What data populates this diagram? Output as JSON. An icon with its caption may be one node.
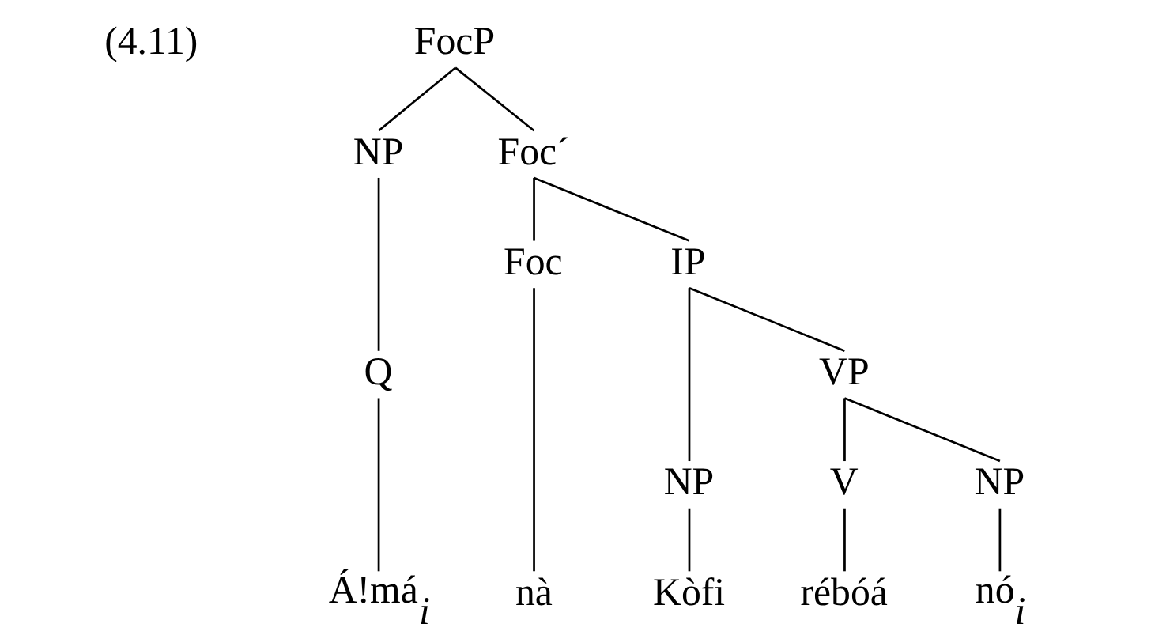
{
  "diagram": {
    "nodes": [
      {
        "text": [
          "FocP"
        ]
      },
      {
        "text": [
          "NP"
        ]
      },
      {
        "text": [
          "Foc´"
        ]
      },
      {
        "text": [
          "Q"
        ]
      },
      {
        "text": [
          "Foc"
        ]
      },
      {
        "text": [
          "IP"
        ]
      },
      {
        "text": [
          "Á!má$_{i}$"
        ]
      },
      {
        "text": [
          "nà"
        ]
      },
      {
        "text": [
          "NP"
        ]
      },
      {
        "text": [
          "VP"
        ]
      },
      {
        "text": [
          "Kòfi"
        ]
      },
      {
        "text": [
          "V"
        ]
      },
      {
        "text": [
          "NP"
        ]
      },
      {
        "text": [
          "rébóá"
        ]
      },
      {
        "text": [
          "nó$_{i}$"
        ]
      }
    ],
    "edges": [
      {
        "from": 0,
        "to": 1,
        "arrow": "none"
      },
      {
        "from": 0,
        "to": 2,
        "arrow": "none"
      },
      {
        "from": 1,
        "to": 3,
        "arrow": "none"
      },
      {
        "from": 2,
        "to": 4,
        "arrow": "none"
      },
      {
        "from": 2,
        "to": 5,
        "arrow": "none"
      },
      {
        "from": 3,
        "to": 6,
        "arrow": "none"
      },
      {
        "from": 4,
        "to": 7,
        "arrow": "none"
      },
      {
        "from": 5,
        "to": 8,
        "arrow": "none"
      },
      {
        "from": 5,
        "to": 9,
        "arrow": "none"
      },
      {
        "from": 8,
        "to": 10,
        "arrow": "none"
      },
      {
        "from": 9,
        "to": 11,
        "arrow": "none"
      },
      {
        "from": 9,
        "to": 12,
        "arrow": "none"
      },
      {
        "from": 11,
        "to": 13,
        "arrow": "none"
      },
      {
        "from": 12,
        "to": 14,
        "arrow": "none"
      }
    ],
    "labels": [
      "(4.11)"
    ]
  }
}
